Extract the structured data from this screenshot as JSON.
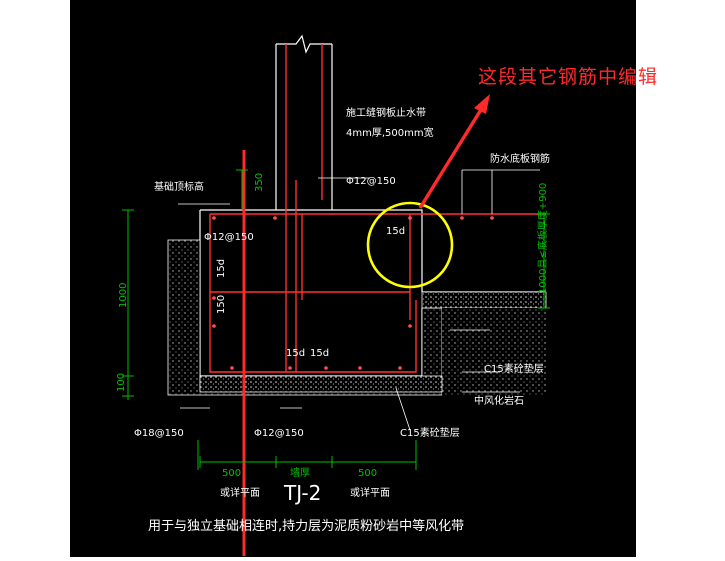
{
  "annotation": {
    "text": "这段其它钢筋中编辑",
    "color": "#ff2a2a"
  },
  "drawing": {
    "title": "TJ-2",
    "caption": "用于与独立基础相连时,持力层为泥质粉砂岩中等风化带",
    "labels": {
      "waterstop_line1": "施工缝钢板止水带",
      "waterstop_line2": "4mm厚,500mm宽",
      "top_bar_right": "Φ12@150",
      "waterproof_bar": "防水底板钢筋",
      "foundation_top": "基础顶标高",
      "top_bar_left": "Φ12@150",
      "anchor_15d_circle": "15d",
      "anchor_15d_left": "15d",
      "dim_150": "150",
      "dim_350": "350",
      "dim_1000": "1000",
      "dim_100": "100",
      "anchor_15d_bottom_left": "15d",
      "anchor_15d_bottom_right": "15d",
      "right_dim_vert": "1000且≤底板厚度+900",
      "c15_cushion_right": "C15素砼垫层",
      "weathered_rock": "中风化岩石",
      "bottom_bar_left": "Φ18@150",
      "bottom_bar_mid": "Φ12@150",
      "c15_cushion_bottom": "C15素砼垫层",
      "dim_500_left": "500",
      "wall_thickness": "墙厚",
      "dim_500_right": "500",
      "see_plan_left": "或详平面",
      "see_plan_right": "或详平面"
    },
    "colors": {
      "background": "#000000",
      "outline": "#ffffff",
      "rebar": "#ff3030",
      "dimension": "#00c000",
      "highlight_circle": "#ffff00",
      "arrow": "#ff2a2a"
    }
  }
}
